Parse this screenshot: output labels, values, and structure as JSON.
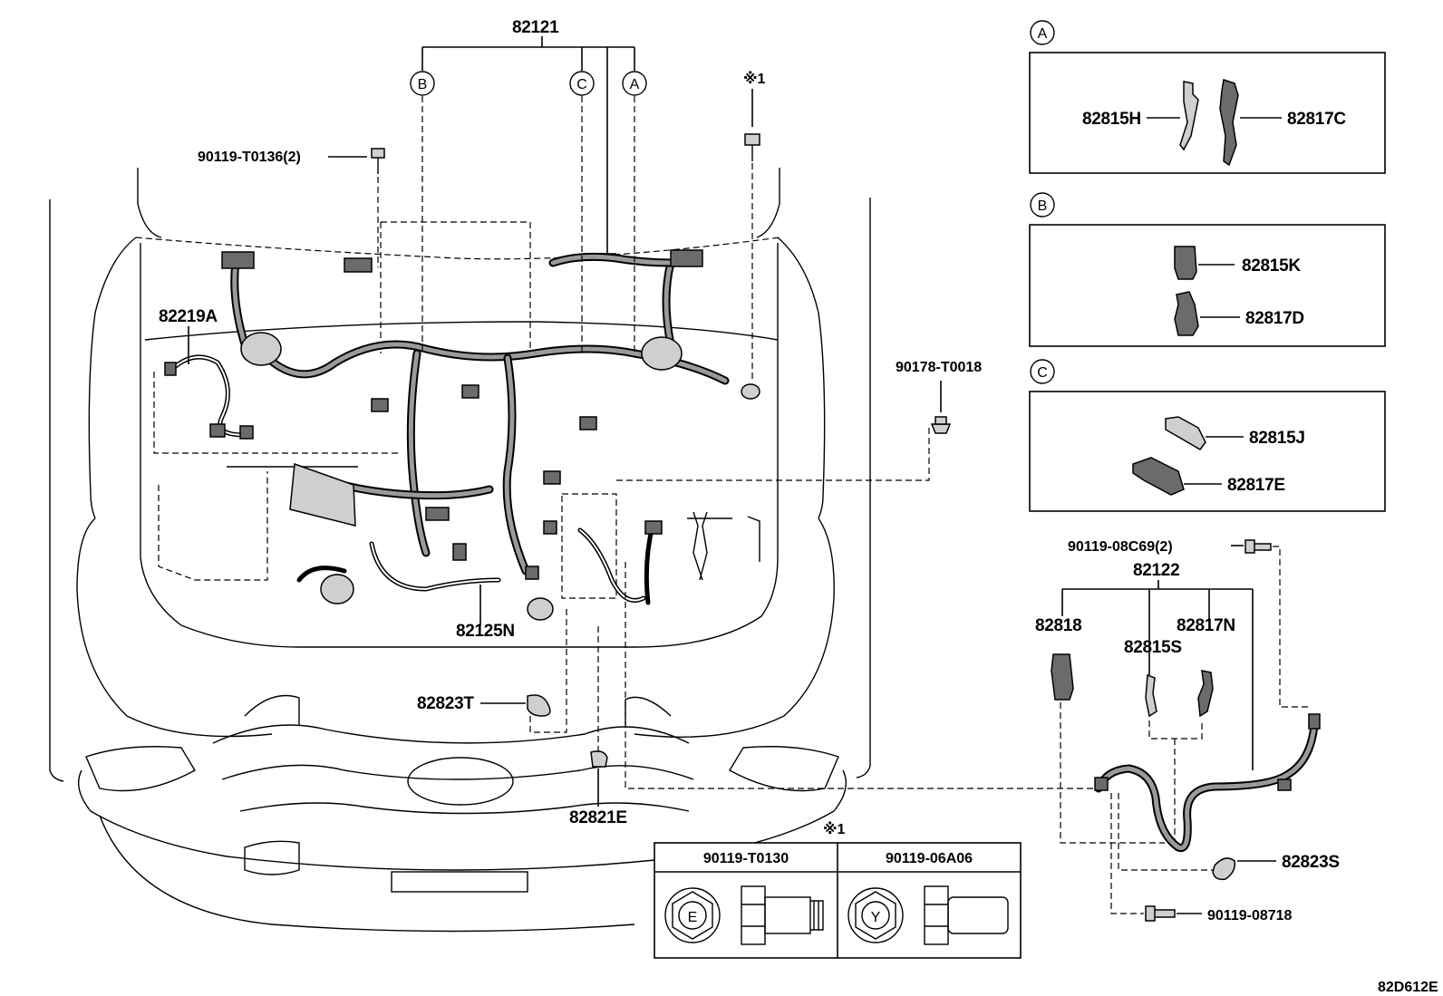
{
  "labels": {
    "main_harness": "82121",
    "bolt_top_left": "90119-T0136(2)",
    "mark_note_top": "※1",
    "sub_harness_left": "82219A",
    "clamp_right": "90178-T0018",
    "sub_harness_bottom": "82125N",
    "protector_small": "82823T",
    "clip_bottom": "82821E",
    "ref_code": "82D612E"
  },
  "callouts": {
    "a": "A",
    "b": "B",
    "c": "C"
  },
  "detail_a": {
    "letter": "A",
    "part_left": "82815H",
    "part_right": "82817C"
  },
  "detail_b": {
    "letter": "B",
    "part_top": "82815K",
    "part_bottom": "82817D"
  },
  "detail_c": {
    "letter": "C",
    "part_top": "82815J",
    "part_bottom": "82817E"
  },
  "right_assembly": {
    "bolt_top": "90119-08C69(2)",
    "harness": "82122",
    "part_block": "82818",
    "part_mid": "82815S",
    "part_right": "82817N",
    "protector": "82823S",
    "bolt_bottom": "90119-08718"
  },
  "bolt_table": {
    "note": "※1",
    "col1_header": "90119-T0130",
    "col1_mark": "E",
    "col2_header": "90119-06A06",
    "col2_mark": "Y"
  }
}
